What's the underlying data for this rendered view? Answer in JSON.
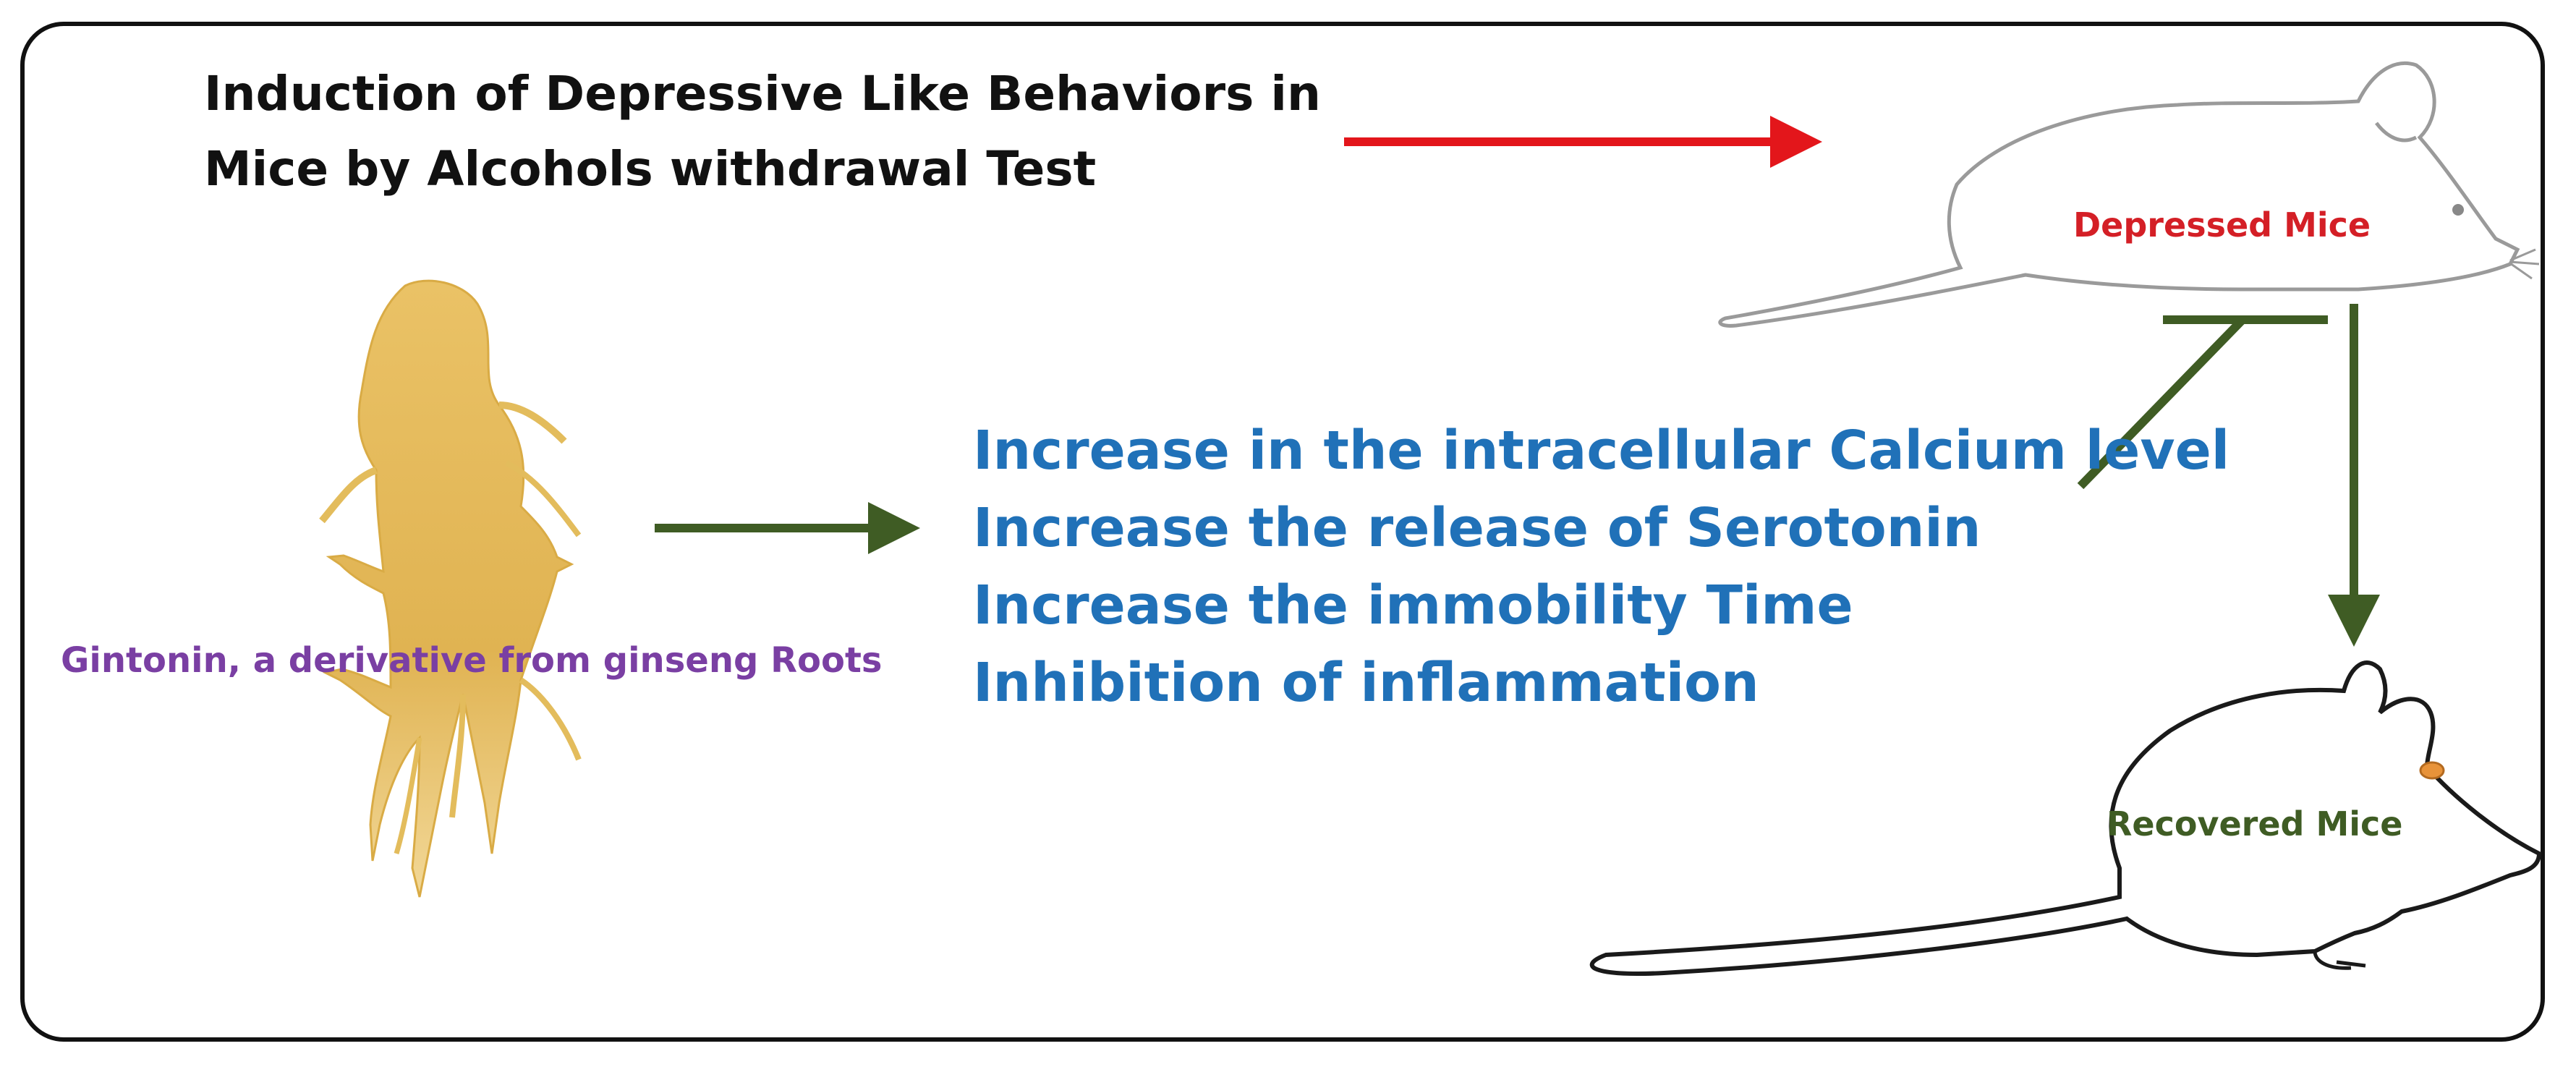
{
  "title": {
    "line1": "Induction of Depressive Like Behaviors in",
    "line2": "Mice by Alcohols withdrawal Test"
  },
  "gintonin": {
    "label": "Gintonin, a derivative from ginseng Roots"
  },
  "effects": [
    "Increase in the intracellular Calcium level",
    "Increase the release of Serotonin",
    "Increase the immobility Time",
    "Inhibition of inflammation"
  ],
  "depressed_mice": {
    "label": "Depressed Mice"
  },
  "recovered_mice": {
    "label": "Recovered Mice"
  },
  "colors": {
    "red_arrow": "#e3161b",
    "green_arrow": "#3f5c24",
    "effects_text": "#2071b8",
    "gintonin_text": "#7a3fa3",
    "depressed_text": "#d41f26",
    "recovered_text": "#3f5c24",
    "ginseng_fill": "#e3bc5c",
    "mouse_eye": "#e8933a"
  },
  "icons": {
    "ginseng": "ginseng-root-icon",
    "depressed_mouse": "mouse-outline-icon",
    "recovered_mouse": "mouse-outline-icon"
  }
}
